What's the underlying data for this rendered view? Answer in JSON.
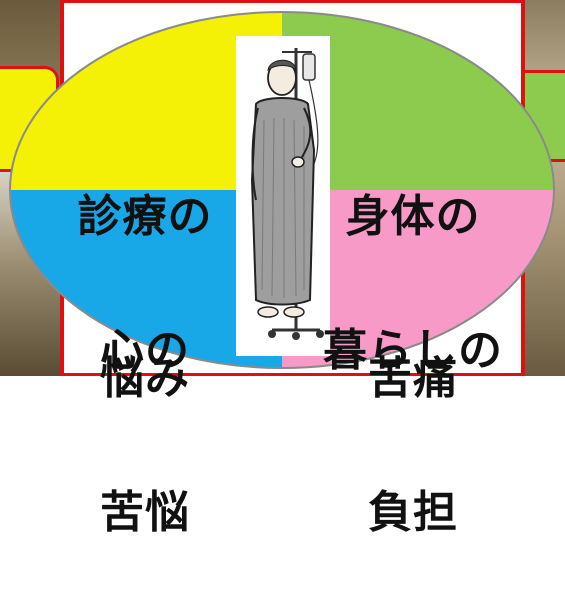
{
  "quadrants": {
    "top_left": {
      "line1": "診療の",
      "line2": "悩み",
      "color": "#f4f006"
    },
    "top_right": {
      "line1": "身体の",
      "line2": "苦痛",
      "color": "#8ccb4e"
    },
    "bottom_left": {
      "line1": "心の",
      "line2": "苦悩",
      "color": "#18a8e8"
    },
    "bottom_right": {
      "line1": "暮らしの",
      "line2": "負担",
      "color": "#f79ac8"
    }
  },
  "center_figure": "patient-with-iv-stand",
  "colors": {
    "frame": "#e01010",
    "outline": "#8a8a8a"
  }
}
